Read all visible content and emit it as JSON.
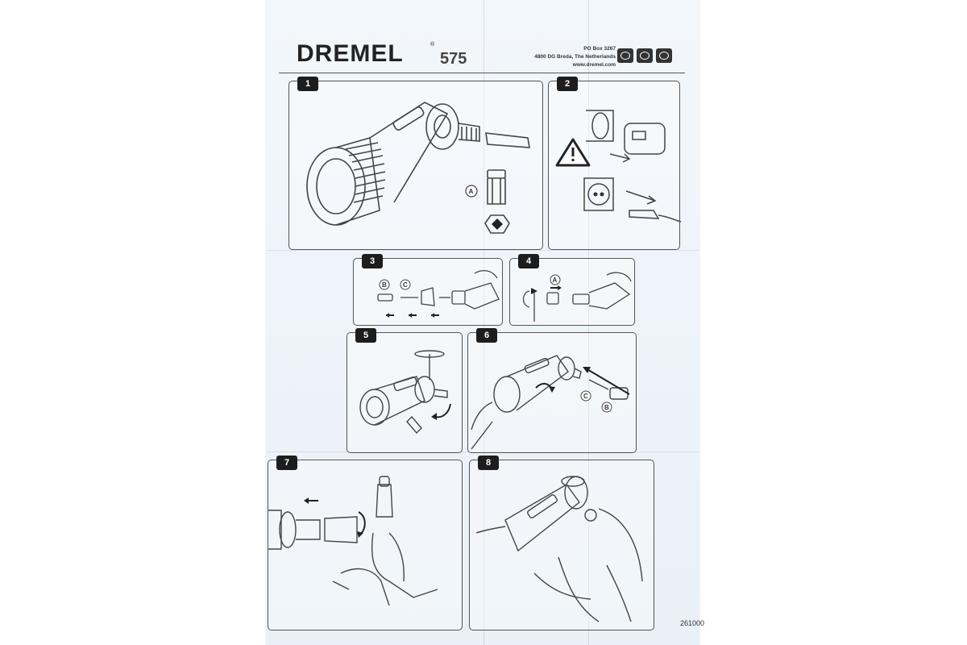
{
  "header": {
    "brand": "DREMEL",
    "registered_mark": "®",
    "model": "575",
    "address_line1": "PO Box 3267",
    "address_line2": "4800 DG Breda, The Netherlands",
    "website": "www.dremel.com",
    "pictograms": [
      "manual-book-icon",
      "eye-protection-icon",
      "dust-mask-icon"
    ]
  },
  "steps": [
    {
      "number": "1",
      "callouts": [
        "A"
      ]
    },
    {
      "number": "2",
      "callouts": []
    },
    {
      "number": "3",
      "callouts": [
        "B",
        "C"
      ]
    },
    {
      "number": "4",
      "callouts": [
        "A"
      ]
    },
    {
      "number": "5",
      "callouts": []
    },
    {
      "number": "6",
      "callouts": [
        "C",
        "B"
      ]
    },
    {
      "number": "7",
      "callouts": []
    },
    {
      "number": "8",
      "callouts": []
    }
  ],
  "footer": {
    "page_code": "261000"
  },
  "colors": {
    "paper": "#eef4f9",
    "ink": "#333333",
    "badge": "#1d1d1d",
    "warning_fill": "#ffffff"
  }
}
